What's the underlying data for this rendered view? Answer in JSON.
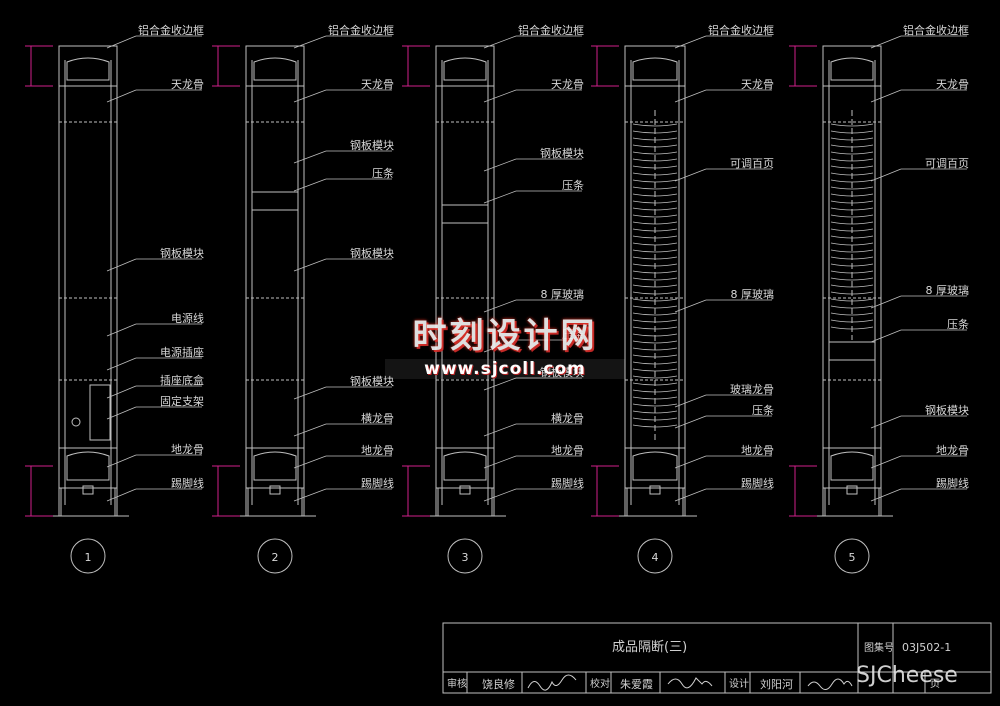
{
  "sections": [
    {
      "number": "1",
      "labels": [
        "铝合金收边框",
        "天龙骨",
        "钢板模块",
        "电源线",
        "电源插座",
        "插座底盒",
        "固定支架",
        "地龙骨",
        "踢脚线"
      ]
    },
    {
      "number": "2",
      "labels": [
        "铝合金收边框",
        "天龙骨",
        "钢板模块",
        "压条",
        "钢板模块",
        "钢板模块",
        "横龙骨",
        "地龙骨",
        "踢脚线"
      ]
    },
    {
      "number": "3",
      "labels": [
        "铝合金收边框",
        "天龙骨",
        "钢板模块",
        "压条",
        "8 厚玻璃",
        "压条",
        "钢板模块",
        "横龙骨",
        "地龙骨",
        "踢脚线"
      ]
    },
    {
      "number": "4",
      "labels": [
        "铝合金收边框",
        "天龙骨",
        "可调百页",
        "8 厚玻璃",
        "玻璃龙骨",
        "压条",
        "地龙骨",
        "踢脚线"
      ]
    },
    {
      "number": "5",
      "labels": [
        "铝合金收边框",
        "天龙骨",
        "可调百页",
        "8 厚玻璃",
        "压条",
        "钢板模块",
        "地龙骨",
        "踢脚线"
      ]
    }
  ],
  "title_block": {
    "title": "成品隔断(三)",
    "atlas_label": "图集号",
    "atlas_no": "03J502-1",
    "review_label": "审核",
    "review_name": "饶良修",
    "check_label": "校对",
    "check_name": "朱爱霞",
    "design_label": "设计",
    "design_name": "刘阳河",
    "page_label": "页"
  },
  "watermark": {
    "cn": "时刻设计网",
    "url": "www.sjcoll.com"
  },
  "brand": "SJCheese",
  "colors": {
    "line": "#bfbfbf",
    "dim": "#d0208a",
    "bg": "#000000",
    "text": "#d8d8d8"
  }
}
